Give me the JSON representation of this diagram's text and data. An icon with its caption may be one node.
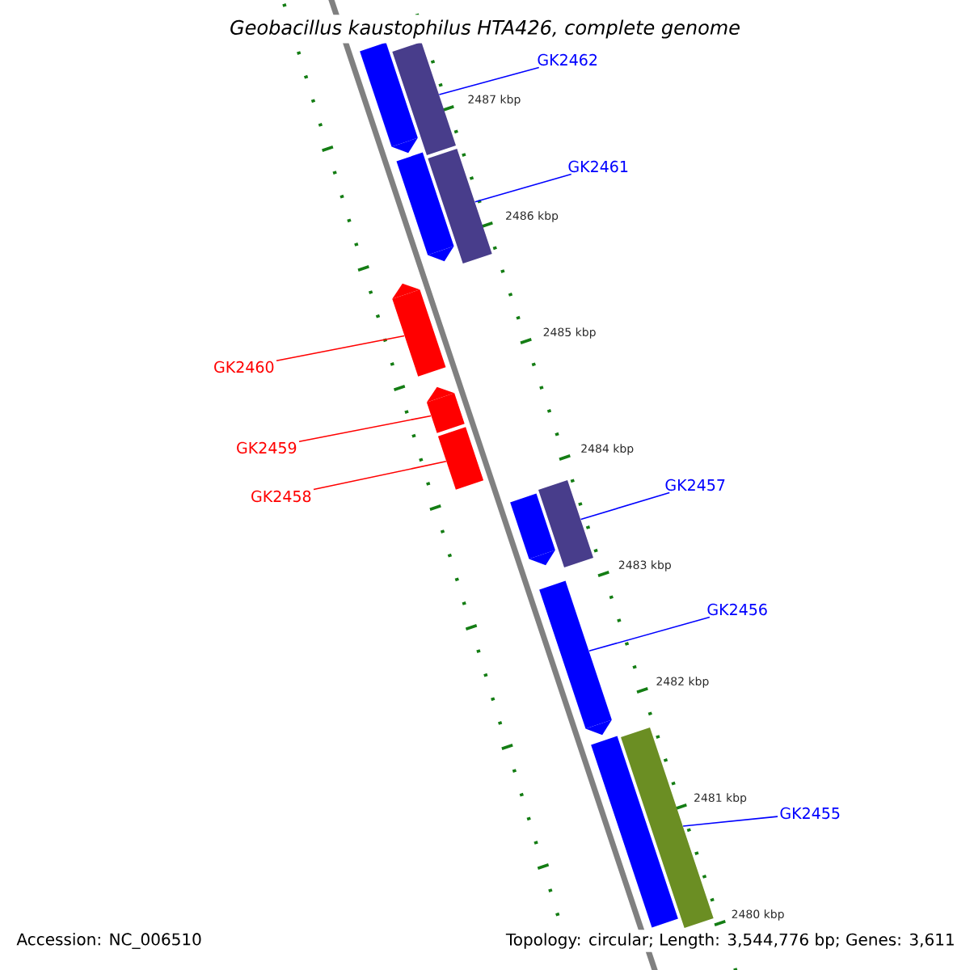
{
  "diagram": {
    "title": "Geobacillus kaustophilus HTA426, complete genome",
    "nodes": [
      {
        "text": [],
        "shape": "bar"
      },
      {
        "text": [],
        "shape": "bar"
      },
      {
        "text": [],
        "shape": "bar"
      },
      {
        "text": [],
        "shape": "bar"
      },
      {
        "text": [],
        "shape": "bar"
      },
      {
        "text": [],
        "shape": "bar"
      },
      {
        "text": [],
        "shape": "bar"
      },
      {
        "text": [],
        "shape": "bar"
      },
      {
        "text": [],
        "shape": "bar"
      },
      {
        "text": [],
        "shape": "bar"
      },
      {
        "text": [],
        "shape": "bar"
      },
      {
        "text": [],
        "shape": "bar"
      },
      {
        "text": [
          "GK2462"
        ]
      },
      {
        "text": [
          "GK2461"
        ]
      },
      {
        "text": [
          "GK2460"
        ]
      },
      {
        "text": [
          "GK2459"
        ]
      },
      {
        "text": [
          "GK2458"
        ]
      },
      {
        "text": [
          "GK2457"
        ]
      },
      {
        "text": [
          "GK2456"
        ]
      },
      {
        "text": [
          "GK2455"
        ]
      }
    ],
    "edges": [
      {
        "from": 12,
        "to": 1,
        "arrow": "none"
      },
      {
        "from": 13,
        "to": 3,
        "arrow": "none"
      },
      {
        "from": 14,
        "to": 4,
        "arrow": "none",
        "color": "#ff0000"
      },
      {
        "from": 15,
        "to": 5,
        "arrow": "none",
        "color": "#ff0000"
      },
      {
        "from": 16,
        "to": 6,
        "arrow": "none",
        "color": "#ff0000"
      },
      {
        "from": 17,
        "to": 8,
        "arrow": "none"
      },
      {
        "from": 18,
        "to": 9,
        "arrow": "none"
      },
      {
        "from": 19,
        "to": 11,
        "arrow": "none"
      }
    ],
    "labels": [
      "2487 kbp",
      "2486 kbp",
      "2485 kbp",
      "2484 kbp",
      "2483 kbp",
      "2482 kbp",
      "2481 kbp",
      "2480 kbp",
      "Accession: NC_006510",
      "Topology: circular; Length: 3,544,776 bp; Genes: 3,611"
    ]
  }
}
